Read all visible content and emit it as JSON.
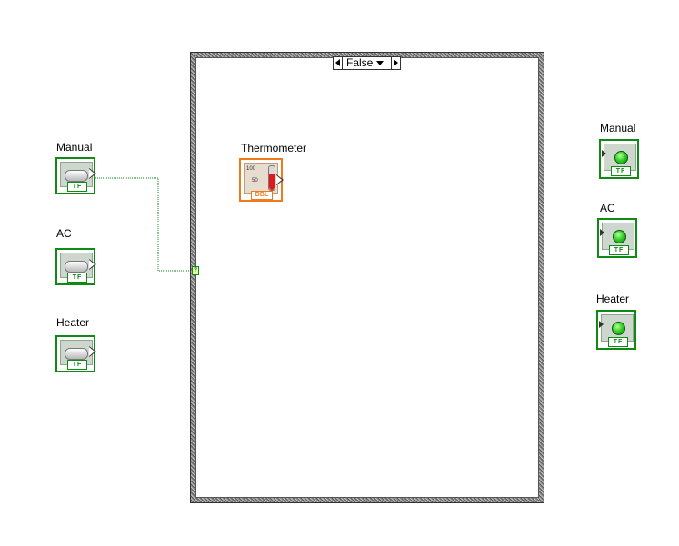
{
  "controls": {
    "manual_label": "Manual",
    "ac_label": "AC",
    "heater_label": "Heater",
    "tf_text": "TF"
  },
  "indicators": {
    "manual_label": "Manual",
    "ac_label": "AC",
    "heater_label": "Heater",
    "tf_text": "TF"
  },
  "case_structure": {
    "selector_value": "False",
    "selector_terminal": "?"
  },
  "thermometer": {
    "label": "Thermometer",
    "scale_high": "100",
    "scale_mid": "50",
    "type_text": "DBL"
  },
  "colors": {
    "boolean_wire": "#0f8a14",
    "numeric_terminal": "#f07a1a",
    "case_border": "#707070",
    "led_on": "#35d12a"
  },
  "icons": [
    "boolean-switch-icon",
    "led-indicator-icon",
    "thermometer-icon",
    "dropdown-arrow-icon",
    "decrement-arrow-icon",
    "increment-arrow-icon"
  ]
}
